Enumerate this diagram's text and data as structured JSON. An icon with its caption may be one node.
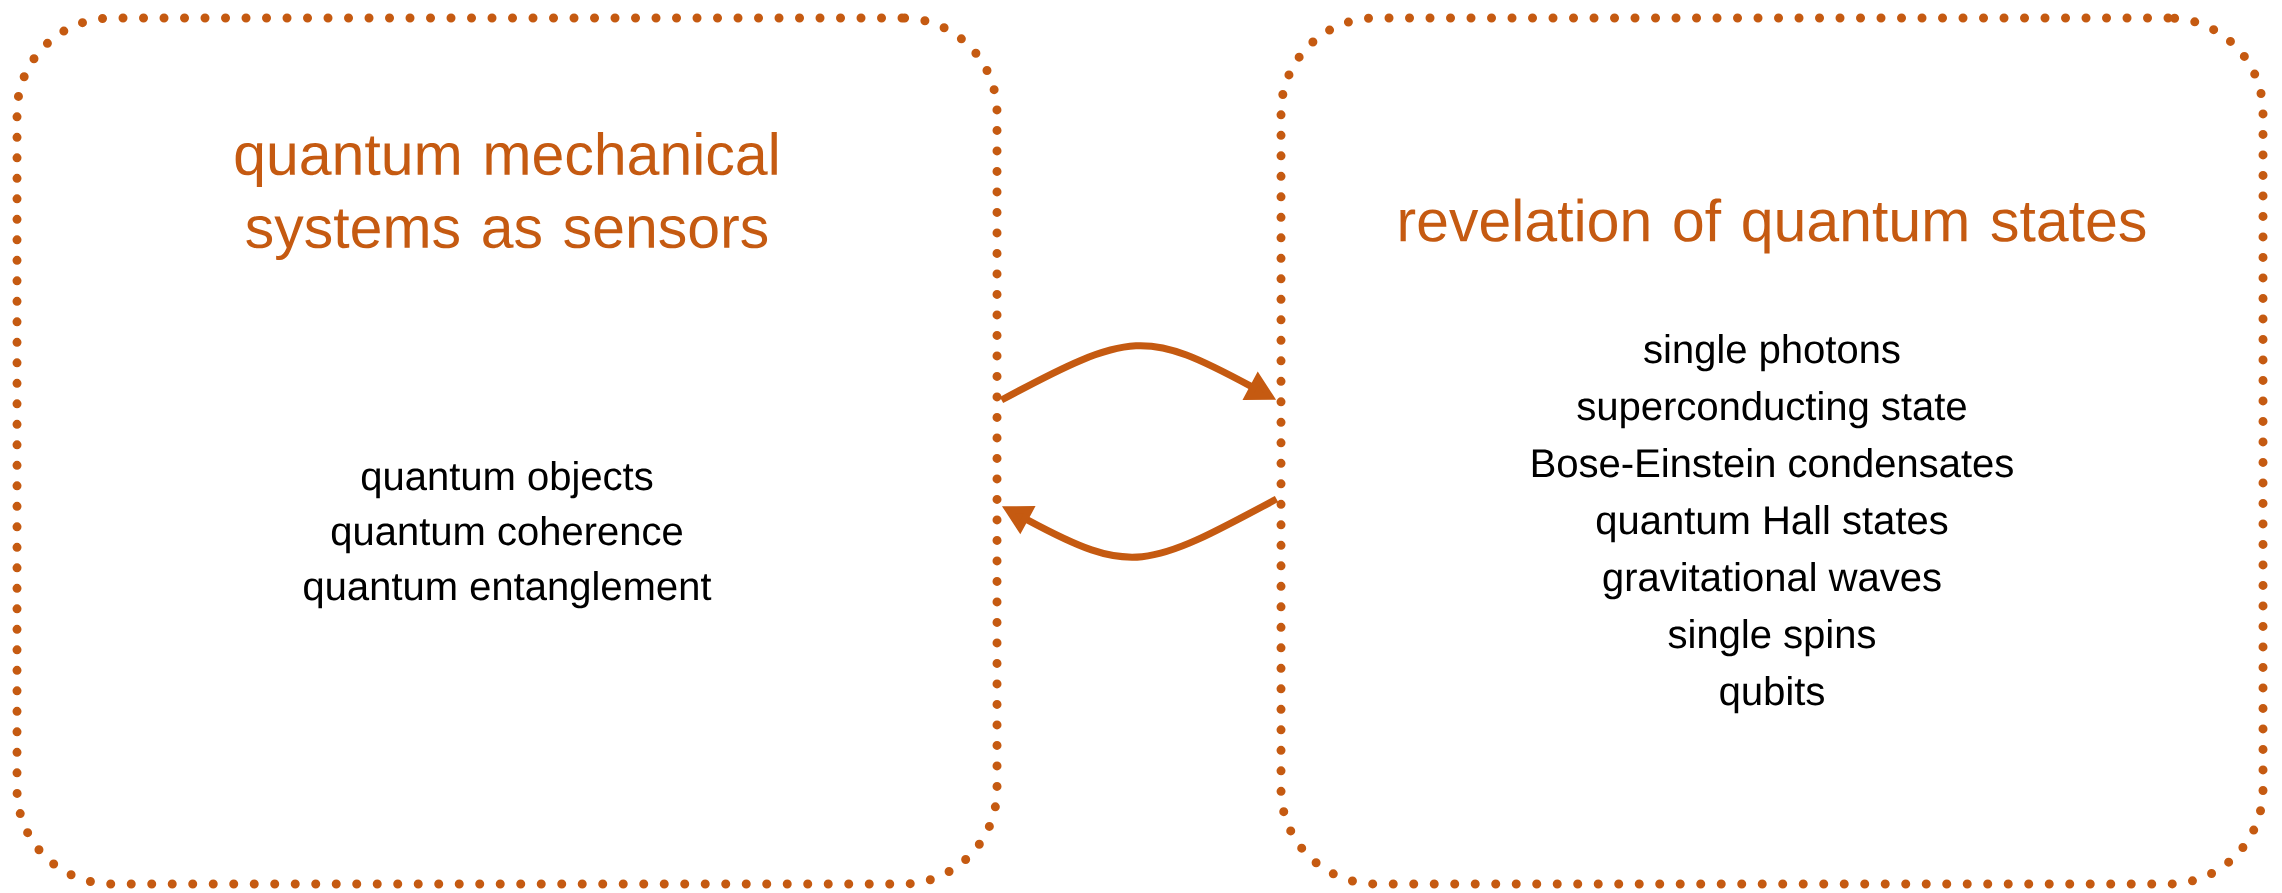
{
  "diagram": {
    "nodes": [
      {
        "text": [
          "quantum mechanical systems as sensors",
          "quantum objects",
          "quantum coherence",
          "quantum entanglement"
        ]
      },
      {
        "text": [
          "revelation of quantum states",
          "single photons",
          "superconducting state",
          "Bose-Einstein condensates",
          "quantum Hall states",
          "gravitational waves",
          "single spins",
          "qubits"
        ]
      }
    ],
    "edges": [
      {
        "from": 0,
        "to": 1,
        "arrow": "to"
      },
      {
        "from": 1,
        "to": 0,
        "arrow": "to"
      }
    ]
  }
}
